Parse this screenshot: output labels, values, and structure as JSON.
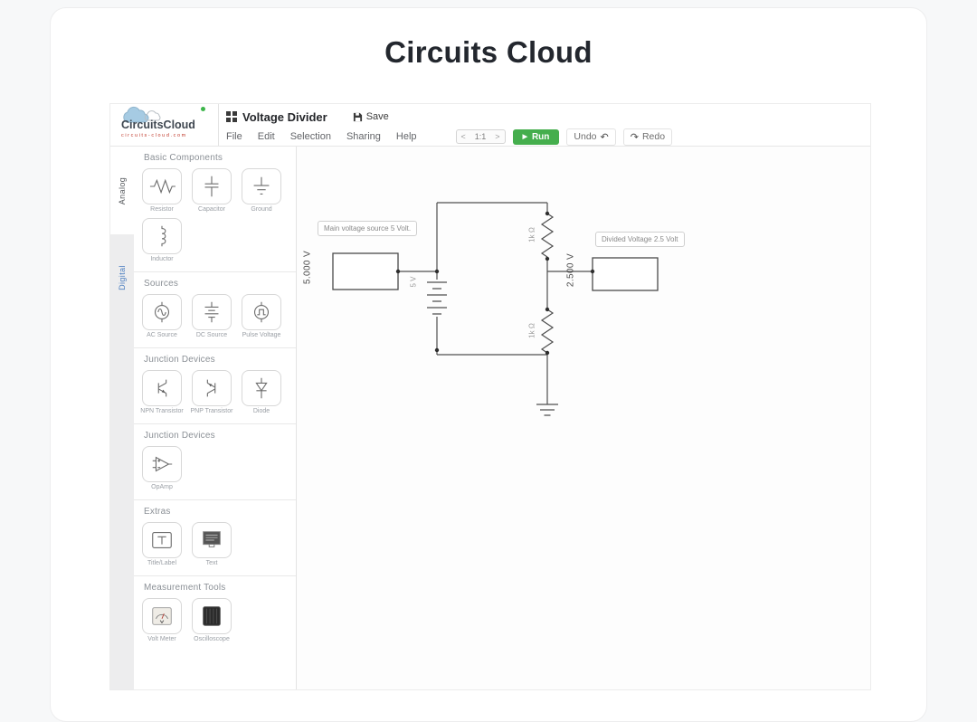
{
  "page": {
    "title": "Circuits Cloud"
  },
  "app": {
    "logo": {
      "brand": "CircuitsCloud",
      "tagline": "circuits-cloud.com"
    },
    "titlebar": {
      "project_title": "Voltage Divider",
      "save_label": "Save"
    },
    "menu": {
      "items": [
        "File",
        "Edit",
        "Selection",
        "Sharing",
        "Help"
      ]
    },
    "toolbar": {
      "zoom_out": "<",
      "zoom_level": "1:1",
      "zoom_in": ">",
      "run_label": "Run",
      "play_glyph": "▶",
      "undo_label": "Undo",
      "undo_glyph": "↶",
      "redo_label": "Redo",
      "redo_glyph": "↷",
      "run_color": "#45ae4d"
    },
    "side_tabs": [
      {
        "label": "Analog",
        "active": true
      },
      {
        "label": "Digital",
        "active": false
      }
    ],
    "palette": {
      "sections": [
        {
          "title": "Basic Components",
          "items": [
            {
              "label": "Resistor",
              "icon": "resistor-icon"
            },
            {
              "label": "Capacitor",
              "icon": "capacitor-icon"
            },
            {
              "label": "Ground",
              "icon": "ground-icon"
            },
            {
              "label": "Inductor",
              "icon": "inductor-icon"
            }
          ]
        },
        {
          "title": "Sources",
          "items": [
            {
              "label": "AC Source",
              "icon": "ac-source-icon"
            },
            {
              "label": "DC Source",
              "icon": "dc-source-icon"
            },
            {
              "label": "Pulse Voltage",
              "icon": "pulse-voltage-icon"
            }
          ]
        },
        {
          "title": "Junction Devices",
          "items": [
            {
              "label": "NPN Transistor",
              "icon": "npn-transistor-icon"
            },
            {
              "label": "PNP Transistor",
              "icon": "pnp-transistor-icon"
            },
            {
              "label": "Diode",
              "icon": "diode-icon"
            }
          ]
        },
        {
          "title": "Junction Devices",
          "items": [
            {
              "label": "OpAmp",
              "icon": "opamp-icon"
            }
          ]
        },
        {
          "title": "Extras",
          "items": [
            {
              "label": "Title/Label",
              "icon": "title-label-icon"
            },
            {
              "label": "Text",
              "icon": "text-icon"
            }
          ]
        },
        {
          "title": "Measurement Tools",
          "items": [
            {
              "label": "Volt Meter",
              "icon": "volt-meter-icon"
            },
            {
              "label": "Oscilloscope",
              "icon": "oscilloscope-icon"
            }
          ]
        }
      ]
    },
    "canvas": {
      "annotations": {
        "main_source": "Main voltage source 5 Volt.",
        "divided": "Divided Voltage 2.5 Volt"
      },
      "readings": {
        "source_voltmeter": "5.000 V",
        "divided_voltmeter": "2.500 V",
        "battery_value": "5 V",
        "r1_value": "1k Ω",
        "r2_value": "1k Ω"
      }
    }
  }
}
